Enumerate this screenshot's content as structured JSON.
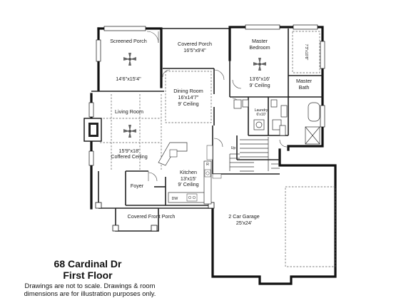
{
  "rooms": {
    "screened_porch": {
      "name": "Screened Porch",
      "dims": "14'6\"x15'4\""
    },
    "covered_porch": {
      "name": "Covered Porch",
      "dims": "16'5\"x9'4\""
    },
    "master_bedroom": {
      "name": "Master Bedroom",
      "name_line1": "Master",
      "name_line2": "Bedroom",
      "dims": "13'6\"x16'",
      "ceiling": "9' Ceiling"
    },
    "master_bath": {
      "name": "Master Bath",
      "name_line1": "Master",
      "name_line2": "Bath"
    },
    "closet": {
      "dims": "7'3\"x10'8\""
    },
    "dining_room": {
      "name": "Dining Room",
      "dims": "16'x14'7\"",
      "ceiling": "9' Ceiling"
    },
    "living_room": {
      "name": "Living Room",
      "dims": "15'9\"x18'",
      "ceiling": "Coffered Ceiling"
    },
    "laundry": {
      "name": "Laundry",
      "dims": "6'x10'"
    },
    "stairs": {
      "label": "Up"
    },
    "kitchen": {
      "name": "Kitchen",
      "dims": "13'x15'",
      "ceiling": "9' Ceiling"
    },
    "foyer": {
      "name": "Foyer"
    },
    "covered_front_porch": {
      "name": "Covered Front Porch"
    },
    "garage": {
      "name": "2 Car Garage",
      "dims": "25'x24'"
    }
  },
  "appliances": {
    "dishwasher": "DW",
    "range": "R"
  },
  "title": {
    "address": "68 Cardinal Dr",
    "floor": "First Floor"
  },
  "note": {
    "line1": "Drawings are not to scale. Drawings & room",
    "line2": "dimensions are for illustration purposes only."
  }
}
